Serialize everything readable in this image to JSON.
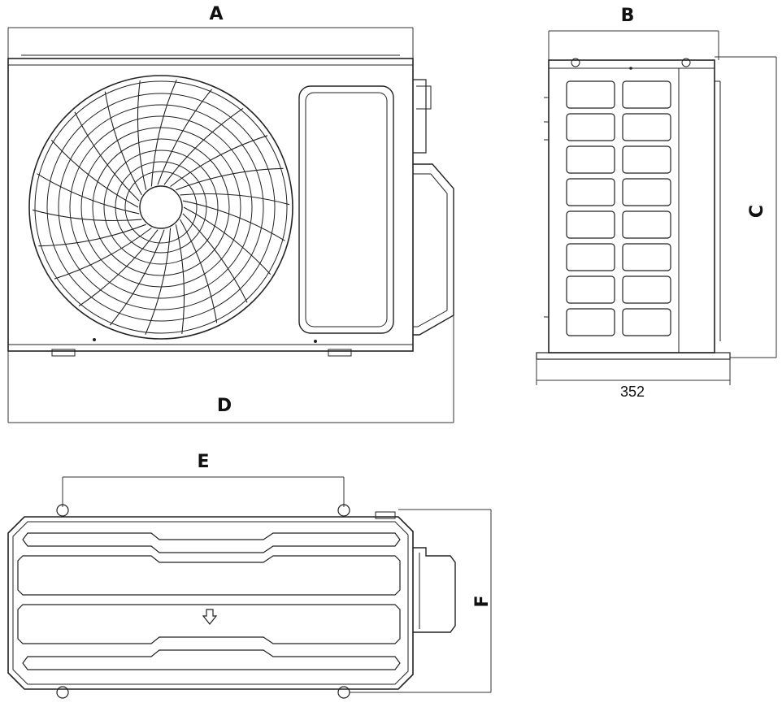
{
  "dimension_labels": {
    "a": "A",
    "b": "B",
    "c": "C",
    "d": "D",
    "e": "E",
    "f": "F",
    "depth_value": "352"
  }
}
